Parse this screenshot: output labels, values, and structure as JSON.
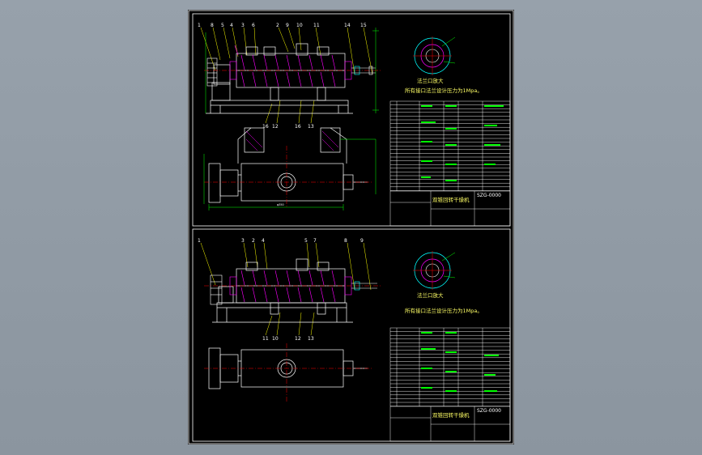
{
  "viewer": {
    "name": "CAD drawing viewer"
  },
  "colors": {
    "background": "#929ca6",
    "sheet": "#000000",
    "frame": "#ffffff",
    "equipment": "#ffffff",
    "dimension": "#00ff00",
    "leader": "#ffff00",
    "center": "#ff0000",
    "hatch": "#ff00ff",
    "flange": "#00ffff"
  },
  "drawings": [
    {
      "id": "top",
      "flange_note": "法兰口放大",
      "pressure_note": "所有接口法兰设计压力为1Mpa。",
      "title_block_name": "双锥回转干燥机",
      "title_block_code": "SZG-0000"
    },
    {
      "id": "bottom",
      "flange_note": "法兰口放大",
      "pressure_note": "所有接口法兰设计压力为1Mpa。",
      "title_block_name": "双锥回转干燥机",
      "title_block_code": "SZG-0000"
    }
  ]
}
